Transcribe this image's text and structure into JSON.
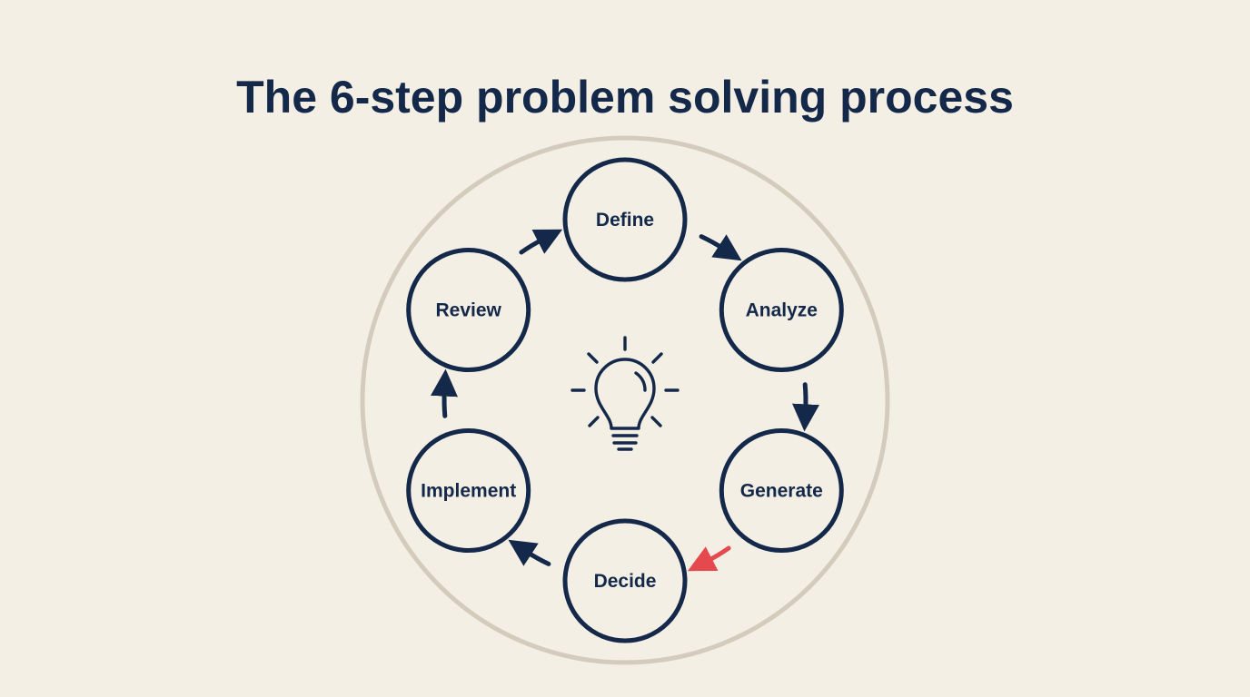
{
  "title": "The 6-step problem solving process",
  "center_icon": "lightbulb-icon",
  "steps": [
    {
      "id": "define",
      "label": "Define"
    },
    {
      "id": "analyze",
      "label": "Analyze"
    },
    {
      "id": "generate",
      "label": "Generate"
    },
    {
      "id": "decide",
      "label": "Decide"
    },
    {
      "id": "implement",
      "label": "Implement"
    },
    {
      "id": "review",
      "label": "Review"
    }
  ],
  "flow": [
    {
      "from": "define",
      "to": "analyze",
      "highlight": false
    },
    {
      "from": "analyze",
      "to": "generate",
      "highlight": false
    },
    {
      "from": "generate",
      "to": "decide",
      "highlight": true
    },
    {
      "from": "decide",
      "to": "implement",
      "highlight": false
    },
    {
      "from": "implement",
      "to": "review",
      "highlight": false
    },
    {
      "from": "review",
      "to": "define",
      "highlight": false
    }
  ],
  "colors": {
    "background": "#f3efe4",
    "ink": "#14284a",
    "outer_ring": "#d3ccbc",
    "node_fill": "#f3efe4",
    "highlight_arrow": "#e5484d"
  }
}
